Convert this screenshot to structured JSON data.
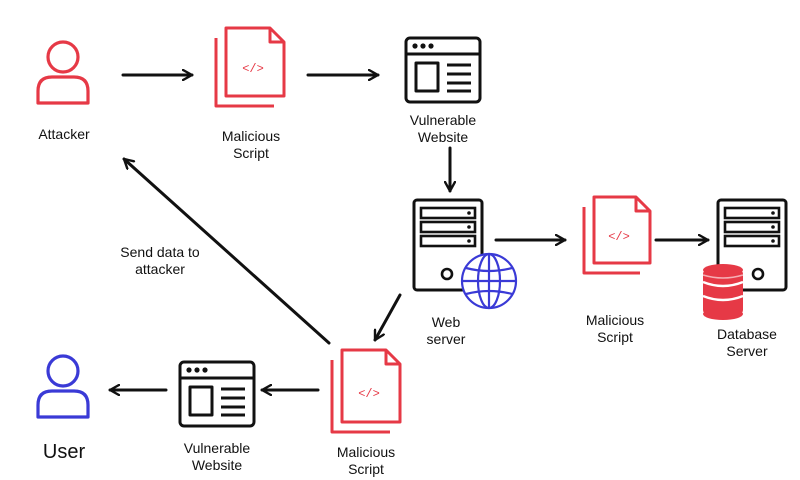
{
  "colors": {
    "red": "#e63946",
    "blue": "#3a3ad6",
    "black": "#111111",
    "background": "#ffffff"
  },
  "nodes": {
    "attacker": {
      "label": "Attacker",
      "icon": "person-icon"
    },
    "malicious_script_1": {
      "line1": "Malicious",
      "line2": "Script",
      "icon": "code-document-icon",
      "code_glyph": "</>"
    },
    "vulnerable_website_1": {
      "line1": "Vulnerable",
      "line2": "Website",
      "icon": "browser-window-icon"
    },
    "web_server": {
      "line1": "Web",
      "line2": "server",
      "icon": "server-globe-icon"
    },
    "malicious_script_2": {
      "line1": "Malicious",
      "line2": "Script",
      "icon": "code-document-icon",
      "code_glyph": "</>"
    },
    "database_server": {
      "line1": "Database",
      "line2": "Server",
      "icon": "server-database-icon"
    },
    "malicious_script_3": {
      "line1": "Malicious",
      "line2": "Script",
      "icon": "code-document-icon",
      "code_glyph": "</>"
    },
    "vulnerable_website_2": {
      "line1": "Vulnerable",
      "line2": "Website",
      "icon": "browser-window-icon"
    },
    "user": {
      "label": "User",
      "icon": "person-icon"
    }
  },
  "edges": {
    "send_data": {
      "line1": "Send data to",
      "line2": "attacker"
    }
  }
}
